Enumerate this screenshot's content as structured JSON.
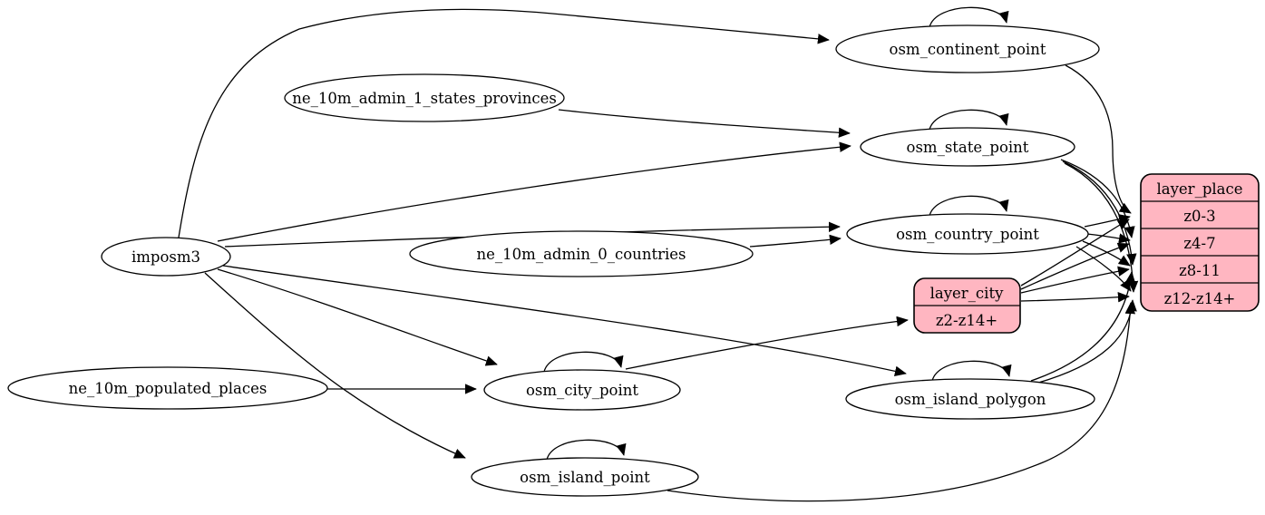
{
  "diagram": {
    "kind": "etl-graph",
    "background": "#ffffff",
    "ellipse_fill": "#ffffff",
    "record_fill": "#ffb6c1",
    "stroke_color": "#000000"
  },
  "nodes": {
    "imposm3": {
      "label": "imposm3"
    },
    "ne_10m_admin_1_states_provinces": {
      "label": "ne_10m_admin_1_states_provinces"
    },
    "ne_10m_admin_0_countries": {
      "label": "ne_10m_admin_0_countries"
    },
    "ne_10m_populated_places": {
      "label": "ne_10m_populated_places"
    },
    "osm_continent_point": {
      "label": "osm_continent_point"
    },
    "osm_state_point": {
      "label": "osm_state_point"
    },
    "osm_country_point": {
      "label": "osm_country_point"
    },
    "osm_city_point": {
      "label": "osm_city_point"
    },
    "osm_island_polygon": {
      "label": "osm_island_polygon"
    },
    "osm_island_point": {
      "label": "osm_island_point"
    }
  },
  "records": {
    "layer_city": {
      "header": "layer_city",
      "rows": [
        "z2-z14+"
      ]
    },
    "layer_place": {
      "header": "layer_place",
      "rows": [
        "z0-3",
        "z4-7",
        "z8-11",
        "z12-z14+"
      ]
    }
  },
  "edges": [
    {
      "from": "imposm3",
      "to": "osm_continent_point"
    },
    {
      "from": "imposm3",
      "to": "osm_state_point"
    },
    {
      "from": "imposm3",
      "to": "osm_country_point"
    },
    {
      "from": "imposm3",
      "to": "osm_city_point"
    },
    {
      "from": "imposm3",
      "to": "osm_island_polygon"
    },
    {
      "from": "imposm3",
      "to": "osm_island_point"
    },
    {
      "from": "ne_10m_admin_1_states_provinces",
      "to": "osm_state_point"
    },
    {
      "from": "ne_10m_admin_0_countries",
      "to": "osm_country_point"
    },
    {
      "from": "ne_10m_populated_places",
      "to": "osm_city_point"
    },
    {
      "from": "osm_continent_point",
      "to": "osm_continent_point"
    },
    {
      "from": "osm_state_point",
      "to": "osm_state_point"
    },
    {
      "from": "osm_country_point",
      "to": "osm_country_point"
    },
    {
      "from": "osm_city_point",
      "to": "osm_city_point"
    },
    {
      "from": "osm_island_polygon",
      "to": "osm_island_polygon"
    },
    {
      "from": "osm_island_point",
      "to": "osm_island_point"
    },
    {
      "from": "osm_continent_point",
      "to": "layer_place:z0-3"
    },
    {
      "from": "osm_state_point",
      "to": "layer_place:z4-7"
    },
    {
      "from": "osm_state_point",
      "to": "layer_place:z8-11"
    },
    {
      "from": "osm_state_point",
      "to": "layer_place:z12-z14+"
    },
    {
      "from": "osm_country_point",
      "to": "layer_place:z0-3"
    },
    {
      "from": "osm_country_point",
      "to": "layer_place:z4-7"
    },
    {
      "from": "osm_country_point",
      "to": "layer_place:z8-11"
    },
    {
      "from": "osm_country_point",
      "to": "layer_place:z12-z14+"
    },
    {
      "from": "osm_city_point",
      "to": "layer_city:z2-z14+"
    },
    {
      "from": "layer_city",
      "to": "layer_place:z0-3"
    },
    {
      "from": "layer_city",
      "to": "layer_place:z4-7"
    },
    {
      "from": "layer_city",
      "to": "layer_place:z8-11"
    },
    {
      "from": "layer_city",
      "to": "layer_place:z12-z14+"
    },
    {
      "from": "osm_island_polygon",
      "to": "layer_place:z8-11"
    },
    {
      "from": "osm_island_polygon",
      "to": "layer_place:z12-z14+"
    },
    {
      "from": "osm_island_point",
      "to": "layer_place:z12-z14+"
    }
  ]
}
